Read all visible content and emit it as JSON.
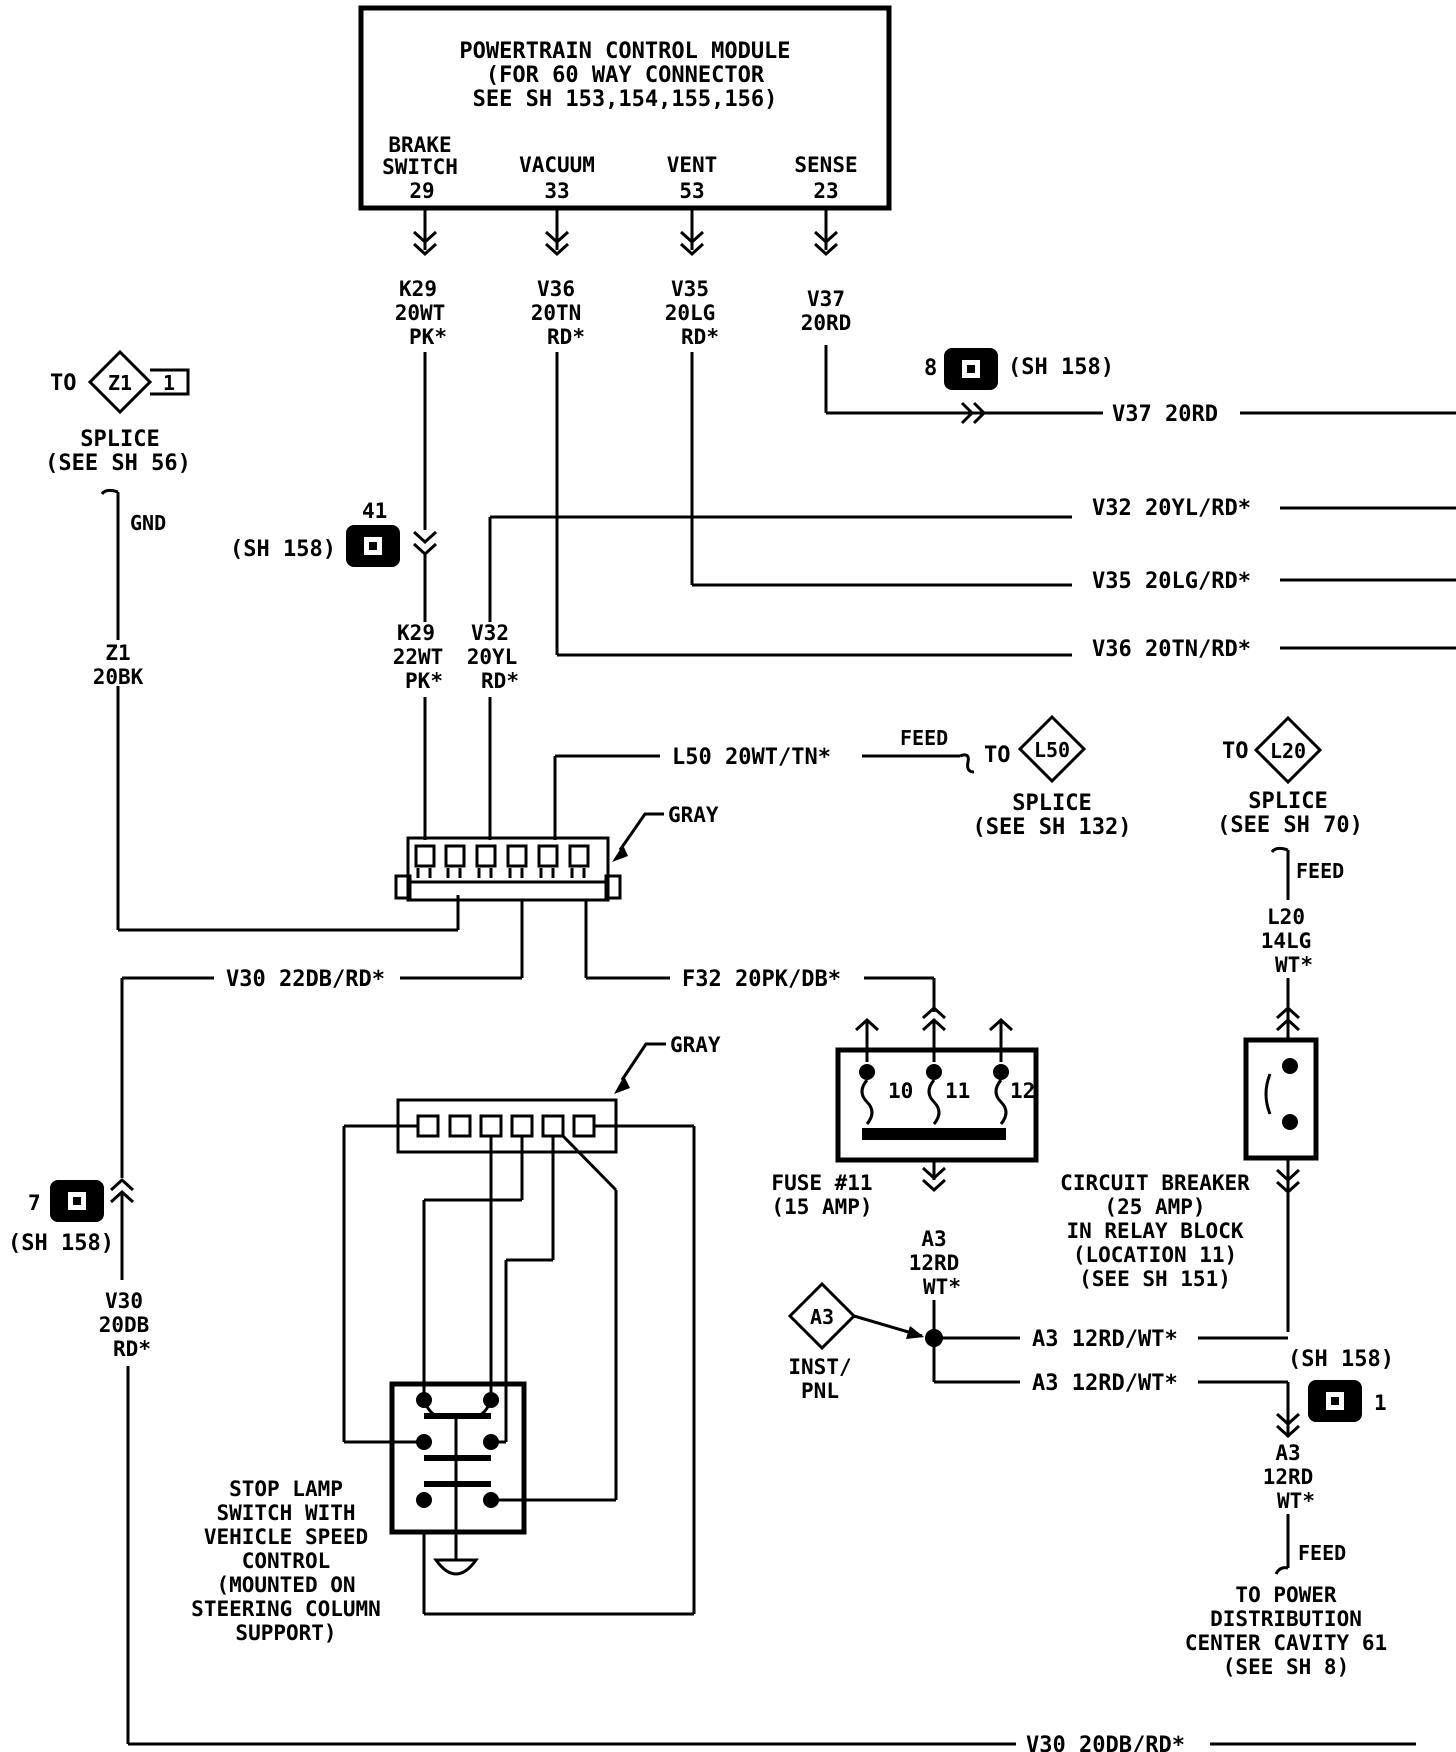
{
  "pcm": {
    "title1": "POWERTRAIN CONTROL MODULE",
    "title2": "(FOR 60 WAY CONNECTOR",
    "title3": "SEE SH 153,154,155,156)",
    "pins": [
      {
        "name1": "BRAKE",
        "name2": "SWITCH",
        "num": "29"
      },
      {
        "name1": "",
        "name2": "VACUUM",
        "num": "33"
      },
      {
        "name1": "",
        "name2": "VENT",
        "num": "53"
      },
      {
        "name1": "",
        "name2": "SENSE",
        "num": "23"
      }
    ]
  },
  "wires": {
    "k29_top": [
      "K29",
      "20WT",
      "PK*"
    ],
    "v36_top": [
      "V36",
      "20TN",
      "RD*"
    ],
    "v35_top": [
      "V35",
      "20LG",
      "RD*"
    ],
    "v37_top": [
      "V37",
      "20RD"
    ],
    "k29_low": [
      "K29",
      "22WT",
      "PK*"
    ],
    "v32_low": [
      "V32",
      "20YL",
      "RD*"
    ],
    "z1": [
      "Z1",
      "20BK"
    ],
    "v30_left": [
      "V30",
      "20DB",
      "RD*"
    ],
    "a3_mid": [
      "A3",
      "12RD",
      "WT*"
    ],
    "a3_low": [
      "A3",
      "12RD",
      "WT*"
    ],
    "l20": [
      "L20",
      "14LG",
      "WT*"
    ]
  },
  "right_labels": {
    "v37": "V37 20RD",
    "v32": "V32 20YL/RD*",
    "v35": "V35 20LG/RD*",
    "v36": "V36 20TN/RD*"
  },
  "misc": {
    "l50": "L50 20WT/TN*",
    "v30_top": "V30 22DB/RD*",
    "f32": "F32 20PK/DB*",
    "a3_h1": "A3 12RD/WT*",
    "a3_h2": "A3 12RD/WT*",
    "v30_bottom": "V30 20DB/RD*",
    "feed": "FEED",
    "gnd": "GND",
    "gray": "GRAY",
    "to": "TO"
  },
  "connectors": {
    "c8": {
      "num": "8",
      "ref": "(SH 158)"
    },
    "c41": {
      "num": "41",
      "ref": "(SH 158)"
    },
    "c7": {
      "num": "7",
      "ref": "(SH 158)"
    },
    "c1": {
      "num": "1",
      "ref": "(SH 158)"
    }
  },
  "splices": {
    "z1": {
      "code": "Z1",
      "tab": "1",
      "l1": "SPLICE",
      "l2": "(SEE SH 56)"
    },
    "l50": {
      "code": "L50",
      "l1": "SPLICE",
      "l2": "(SEE SH 132)"
    },
    "l20": {
      "code": "L20",
      "l1": "SPLICE",
      "l2": "(SEE SH 70)"
    },
    "a3": {
      "code": "A3",
      "l1": "INST/",
      "l2": "PNL"
    }
  },
  "fuse": {
    "pins": [
      "10",
      "11",
      "12"
    ],
    "l1": "FUSE #11",
    "l2": "(15 AMP)"
  },
  "breaker": {
    "lines": [
      "CIRCUIT BREAKER",
      "(25 AMP)",
      "IN RELAY BLOCK",
      "(LOCATION 11)",
      "(SEE SH 151)"
    ]
  },
  "stop_lamp": {
    "lines": [
      "STOP LAMP",
      "SWITCH WITH",
      "VEHICLE SPEED",
      "CONTROL",
      "(MOUNTED ON",
      "STEERING COLUMN",
      "SUPPORT)"
    ]
  },
  "pdc": {
    "lines": [
      "TO POWER",
      "DISTRIBUTION",
      "CENTER CAVITY 61",
      "(SEE SH 8)"
    ]
  }
}
